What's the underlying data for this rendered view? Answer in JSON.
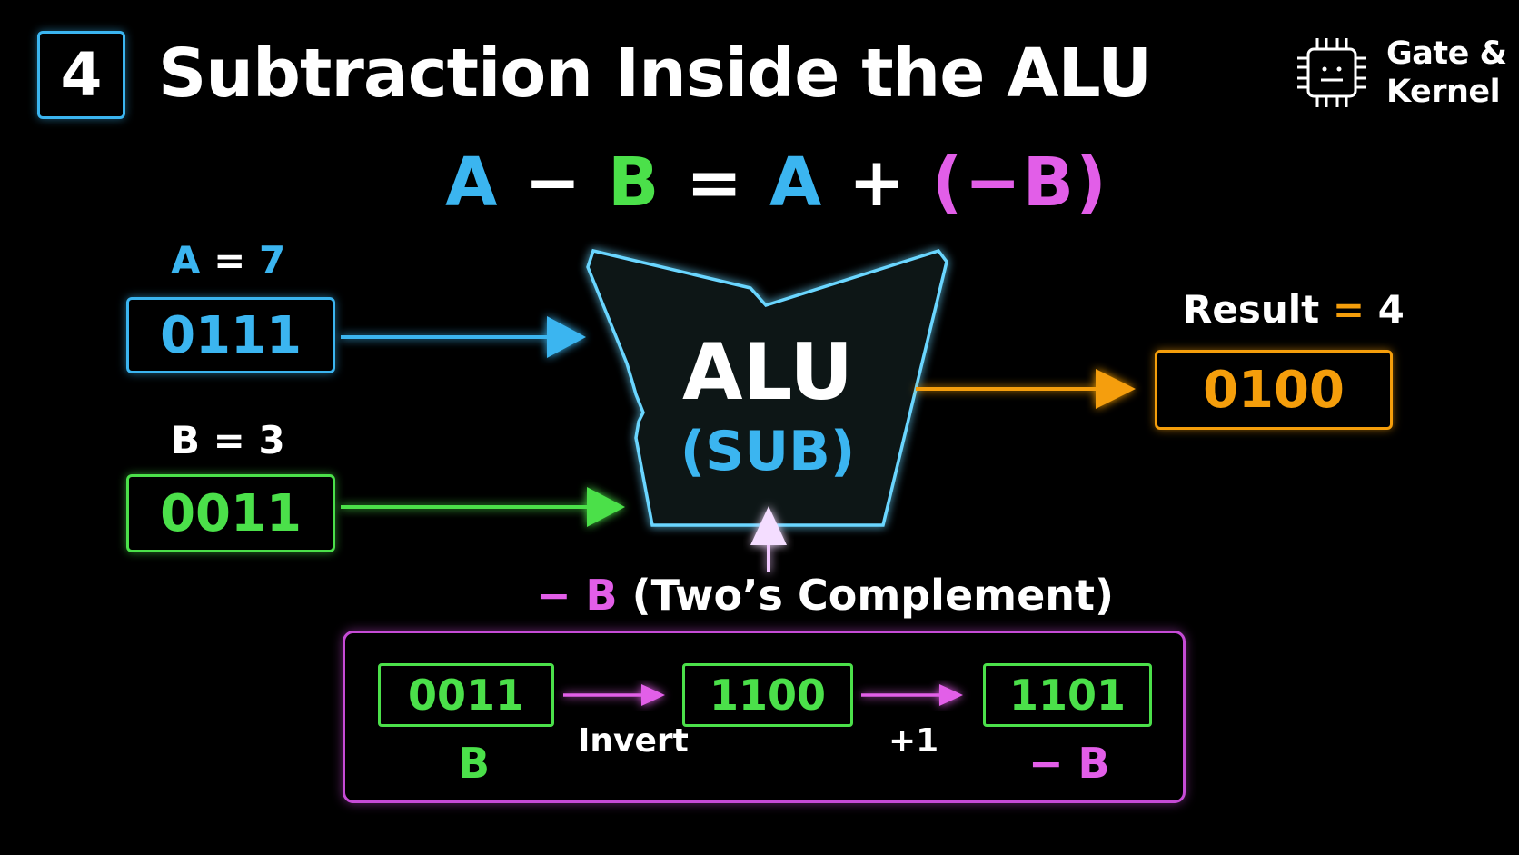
{
  "header": {
    "step": "4",
    "title": "Subtraction Inside the ALU"
  },
  "brand": {
    "line1": "Gate &",
    "line2": "Kernel",
    "icon": "chip-icon"
  },
  "equation": {
    "a": "A",
    "minus": "−",
    "b": "B",
    "equals": "=",
    "a2": "A",
    "plus": "+",
    "neg_b": "(−B)"
  },
  "inputs": {
    "a": {
      "label_name": "A",
      "label_eq": "=",
      "label_value": "7",
      "binary": "0111"
    },
    "b": {
      "label_name": "B",
      "label_eq": "=",
      "label_value": "3",
      "binary": "0011"
    }
  },
  "alu": {
    "name": "ALU",
    "operation": "(SUB)"
  },
  "result": {
    "label_name": "Result",
    "label_eq": "=",
    "label_value": "4",
    "binary": "0100"
  },
  "twos_complement": {
    "title_prefix": "− B",
    "title_rest": "(Two’s Complement)",
    "steps": [
      {
        "binary": "0011",
        "caption": "B"
      },
      {
        "binary": "1100"
      },
      {
        "binary": "1101",
        "caption": "− B"
      }
    ],
    "ops": [
      "Invert",
      "+1"
    ]
  },
  "colors": {
    "a": "#3bb5f0",
    "b": "#4be04a",
    "neg": "#e25ee8",
    "result": "#f59e0b"
  }
}
